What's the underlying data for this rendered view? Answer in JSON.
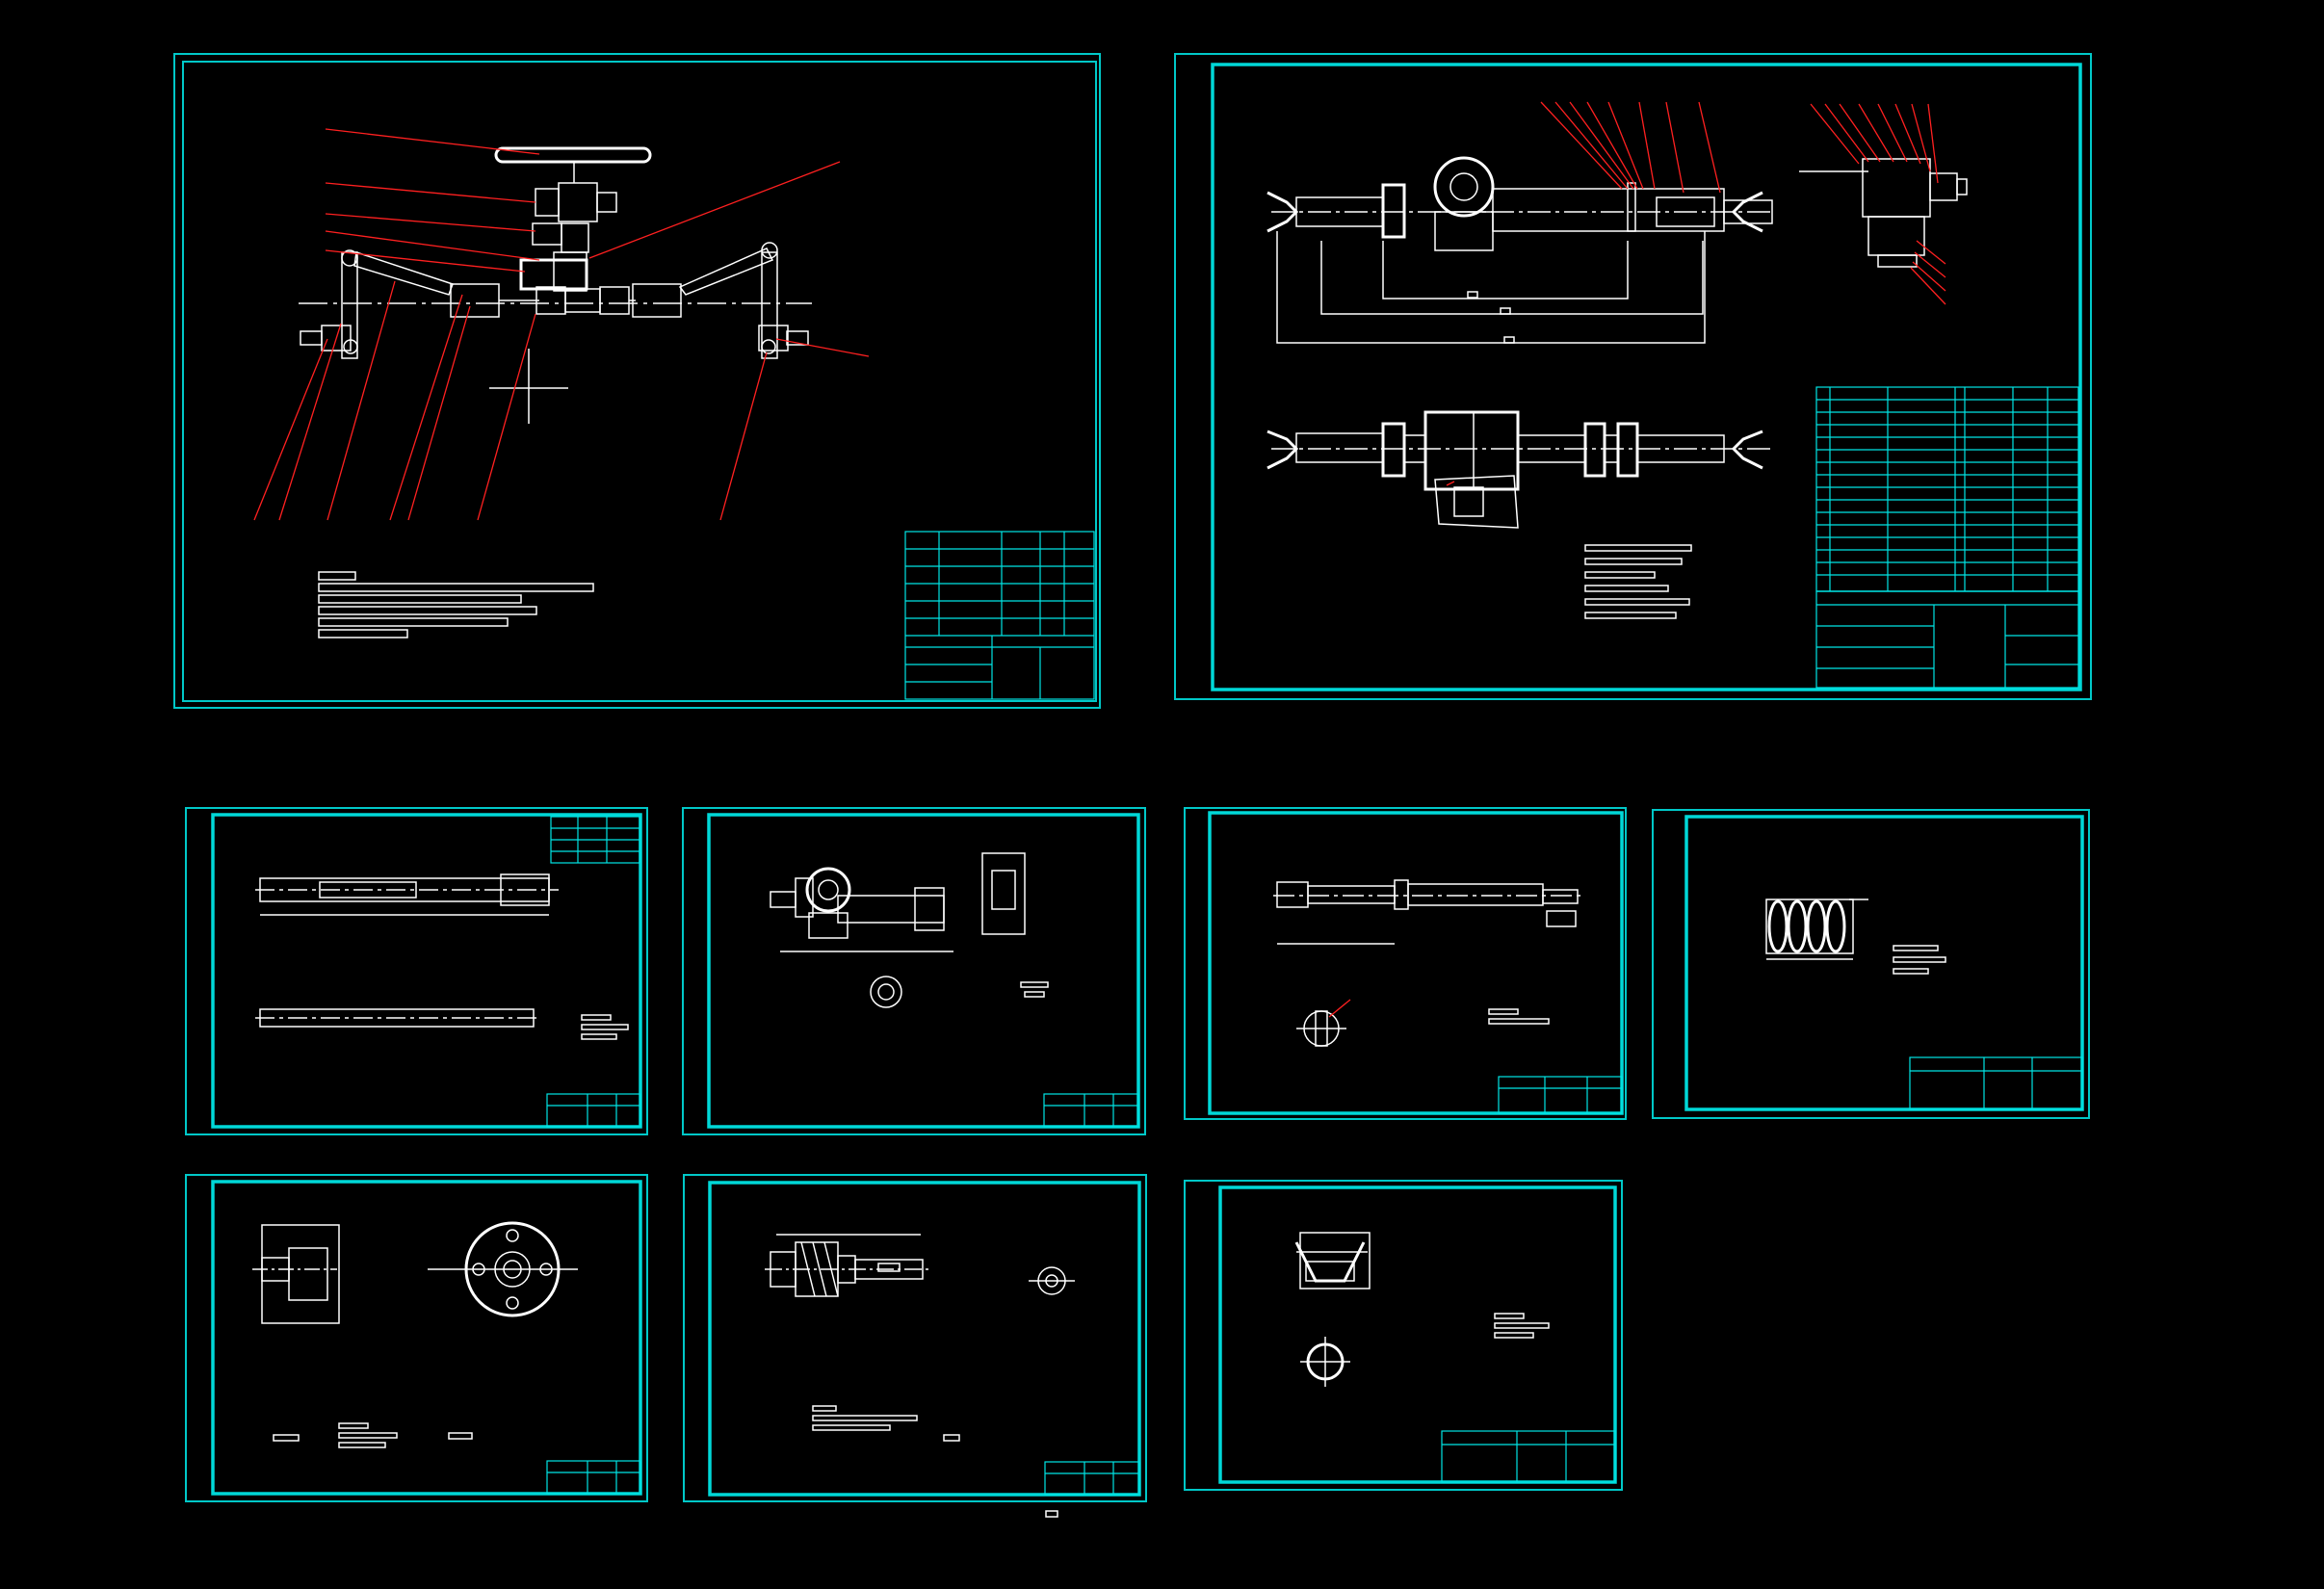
{
  "app": {
    "title": ""
  },
  "colors": {
    "background": "#000000",
    "frame": "#00c8c8",
    "drawing": "#ffffff",
    "leader": "#ff2020",
    "accent": "#00e5e5"
  },
  "sheets": [
    {
      "id": "assembly-linkage",
      "kind": "linkage-assembly"
    },
    {
      "id": "steering-gear-assembly",
      "kind": "gear-assembly"
    },
    {
      "id": "shaft-part",
      "kind": "shaft"
    },
    {
      "id": "housing-part",
      "kind": "housing"
    },
    {
      "id": "long-shaft-part",
      "kind": "long-shaft"
    },
    {
      "id": "spring-part",
      "kind": "spring"
    },
    {
      "id": "flange-part",
      "kind": "flange"
    },
    {
      "id": "worm-part",
      "kind": "worm"
    },
    {
      "id": "yoke-part",
      "kind": "yoke"
    }
  ],
  "footer_tag": ""
}
